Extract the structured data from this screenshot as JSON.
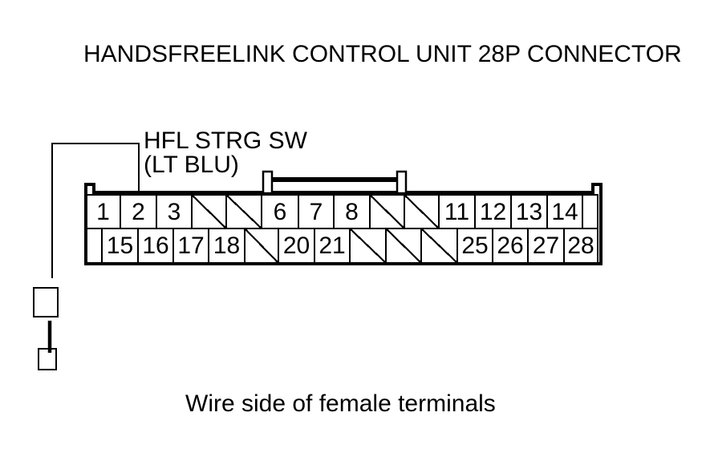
{
  "title": "HANDSFREELINK CONTROL UNIT 28P CONNECTOR",
  "caption": "Wire side of female terminals",
  "wire_label": {
    "line1": "HFL STRG SW",
    "line2": "(LT BLU)",
    "connects_to_pin": "2"
  },
  "colors": {
    "ink": "#000000",
    "background": "#ffffff"
  },
  "connector": {
    "total_positions": "28P",
    "rows": [
      {
        "cells": [
          {
            "t": "pin",
            "label": "1",
            "w": 43
          },
          {
            "t": "pin",
            "label": "2",
            "w": 45
          },
          {
            "t": "pin",
            "label": "3",
            "w": 44
          },
          {
            "t": "empty",
            "w": 43
          },
          {
            "t": "empty",
            "w": 44
          },
          {
            "t": "pin",
            "label": "6",
            "w": 46
          },
          {
            "t": "pin",
            "label": "7",
            "w": 44
          },
          {
            "t": "pin",
            "label": "8",
            "w": 45
          },
          {
            "t": "empty",
            "w": 43
          },
          {
            "t": "empty",
            "w": 43
          },
          {
            "t": "pin",
            "label": "11",
            "w": 45
          },
          {
            "t": "pin",
            "label": "12",
            "w": 45
          },
          {
            "t": "pin",
            "label": "13",
            "w": 45
          },
          {
            "t": "pin",
            "label": "14",
            "w": 44
          },
          {
            "t": "blank",
            "w": 21
          }
        ]
      },
      {
        "cells": [
          {
            "t": "blank",
            "w": 20
          },
          {
            "t": "pin",
            "label": "15",
            "w": 45
          },
          {
            "t": "pin",
            "label": "16",
            "w": 44
          },
          {
            "t": "pin",
            "label": "17",
            "w": 44
          },
          {
            "t": "pin",
            "label": "18",
            "w": 45
          },
          {
            "t": "empty",
            "w": 42
          },
          {
            "t": "pin",
            "label": "20",
            "w": 45
          },
          {
            "t": "pin",
            "label": "21",
            "w": 44
          },
          {
            "t": "empty",
            "w": 45
          },
          {
            "t": "empty",
            "w": 44
          },
          {
            "t": "empty",
            "w": 45
          },
          {
            "t": "pin",
            "label": "25",
            "w": 44
          },
          {
            "t": "pin",
            "label": "26",
            "w": 44
          },
          {
            "t": "pin",
            "label": "27",
            "w": 45
          },
          {
            "t": "pin",
            "label": "28",
            "w": 44
          }
        ]
      }
    ]
  }
}
